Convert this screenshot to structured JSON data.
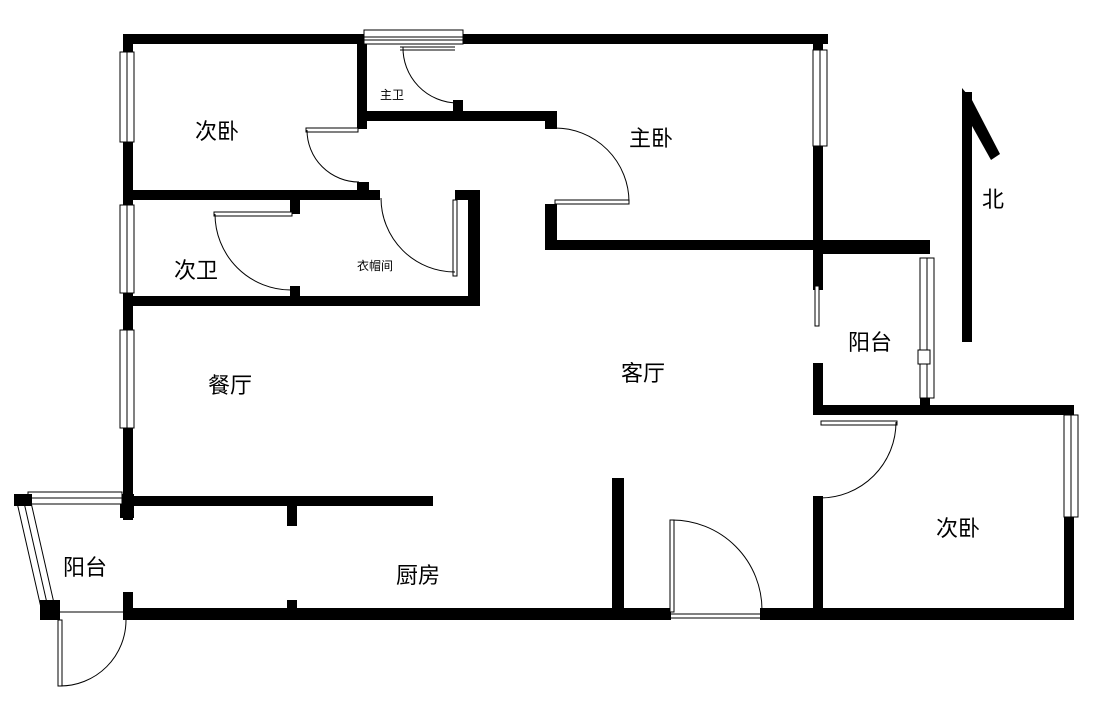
{
  "plan": {
    "rooms": {
      "second_bedroom_nw": "次卧",
      "master_bath": "主卫",
      "master_bedroom": "主卧",
      "second_bath": "次卫",
      "cloakroom": "衣帽间",
      "dining_room": "餐厅",
      "living_room": "客厅",
      "balcony_east": "阳台",
      "second_bedroom_se": "次卧",
      "balcony_west": "阳台",
      "kitchen": "厨房"
    },
    "compass": {
      "label": "北"
    }
  },
  "colors": {
    "wall": "#000000",
    "background": "#ffffff"
  }
}
